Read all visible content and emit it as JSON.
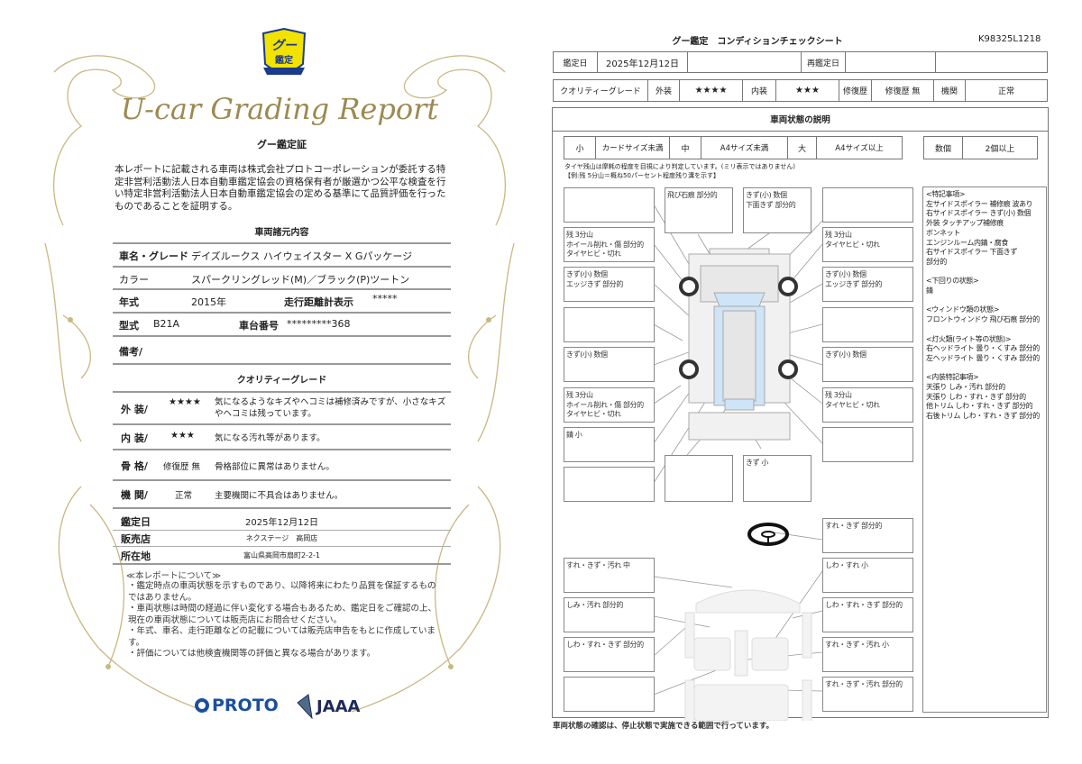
{
  "left": {
    "badge": {
      "top": "グー",
      "bottom": "鑑定"
    },
    "script_title": "U-car Grading Report",
    "cert_title": "グー鑑定証",
    "cert_text": "本レポートに記載される車両は株式会社プロトコーポレーションが委託する特定非営利活動法人日本自動車鑑定協会の資格保有者が厳選かつ公平な検査を行い特定非営利活動法人日本自動車鑑定協会の定める基準にて品質評価を行ったものであることを証明する。",
    "spec_title": "車両諸元内容",
    "spec": {
      "name_label": "車名・グレード",
      "name": "デイズルークス ハイウェイスター X Gパッケージ",
      "color_label": "カラー",
      "color": "スパークリングレッド(M)／ブラック(P)ツートン",
      "year_label": "年式",
      "year": "2015年",
      "odo_label": "走行距離計表示",
      "odo": "*****",
      "model_label": "型式",
      "model": "B21A",
      "chassis_label": "車台番号",
      "chassis": "*********368",
      "remarks_label": "備考/"
    },
    "grade_title": "クオリティーグレード",
    "grades": [
      {
        "label": "外 装/",
        "value": "★★★★",
        "desc": "気になるようなキズやヘコミは補修済みですが、小さなキズやヘコミは残っています。"
      },
      {
        "label": "内 装/",
        "value": "★★★",
        "desc": "気になる汚れ等があります。"
      },
      {
        "label": "骨 格/",
        "value": "修復歴 無",
        "desc": "骨格部位に異常はありません。"
      },
      {
        "label": "機 関/",
        "value": "正常",
        "desc": "主要機関に不具合はありません。"
      }
    ],
    "date_label": "鑑定日",
    "date": "2025年12月12日",
    "shop_label": "販売店",
    "shop": "ネクステージ　高岡店",
    "addr_label": "所在地",
    "addr": "富山県高岡市扇町2-2-1",
    "notes_title": "≪本レポートについて≫",
    "notes": [
      "・鑑定時点の車両状態を示すものであり、以降将来にわたり品質を保証するものではありません。",
      "・車両状態は時間の経過に伴い変化する場合もあるため、鑑定日をご確認の上、現在の車両状態については販売店にお問合せください。",
      "・年式、車名、走行距離などの記載については販売店申告をもとに作成しています。",
      "・評価については他検査機関等の評価と異なる場合があります。"
    ],
    "logos": {
      "proto": "PROTO",
      "jaaa": "JAAA"
    }
  },
  "right": {
    "title": "グー鑑定　コンディションチェックシート",
    "doc_id": "K98325L1218",
    "date_label": "鑑定日",
    "date": "2025年12月12日",
    "redate_label": "再鑑定日",
    "grade_label": "クオリティーグレード",
    "ext_label": "外装",
    "ext": "★★★★",
    "int_label": "内装",
    "int": "★★★",
    "repair_label": "修復歴",
    "repair": "修復歴 無",
    "engine_label": "機関",
    "engine": "正常",
    "section_title": "車両状態の説明",
    "legend": [
      "小",
      "カードサイズ未満",
      "中",
      "A4サイズ未満",
      "大",
      "A4サイズ以上"
    ],
    "count": [
      "数個",
      "2個以上"
    ],
    "tire_note": "タイヤ残山は摩耗の程度を目視により判定しています。(ミリ表示ではありません)\n【例:残 5分山＝概ね50パーセント程度残り溝を示す】",
    "ext_left": [
      "",
      "残 3分山\nホイール削れ・傷 部分的\nタイヤヒビ・切れ",
      "きず(小) 数個\nエッジきず 部分的",
      "",
      "きず(小) 数個",
      "残 3分山\nホイール削れ・傷 部分的\nタイヤヒビ・切れ",
      "錆 小",
      ""
    ],
    "ext_right": [
      "",
      "残 3分山\nタイヤヒビ・切れ",
      "きず(小) 数個\nエッジきず 部分的",
      "",
      "きず(小) 数個",
      "残 3分山\nタイヤヒビ・切れ",
      ""
    ],
    "ext_top": [
      "飛び石痕 部分的",
      "きず(小) 数個\n下面きず 部分的"
    ],
    "ext_bottom": [
      "",
      "きず 小"
    ],
    "int_right": [
      "すれ・きず 部分的",
      "しわ・すれ 小",
      "しわ・すれ・きず 部分的",
      "すれ・きず・汚れ 小",
      "すれ・きず・汚れ 部分的"
    ],
    "int_left": [
      "すれ・きず・汚れ 中",
      "しみ・汚れ 部分的",
      "しわ・すれ・きず 部分的",
      ""
    ],
    "notes": "<特記事項>\n左サイドスポイラー 補修痕 波あり\n右サイドスポイラー きず(小) 数個\n外装 タッチアップ補修痕\nボンネット\nエンジンルーム内錆・腐食\n右サイドスポイラー 下面きず\n部分的\n\n<下回りの状態>\n錆\n\n<ウィンドウ類の状態>\nフロントウィンドウ 飛び石痕 部分的\n\n<灯火類(ライト等の状態)>\n右ヘッドライト 曇り・くすみ 部分的\n左ヘッドライト 曇り・くすみ 部分的\n\n<内装特記事項>\n天張り しみ・汚れ 部分的\n天張り しわ・すれ・きず 部分的\n他トリム しわ・すれ・きず 部分的\n右後トリム しわ・すれ・きず 部分的",
    "footer": "車両状態の確認は、停止状態で実施できる範囲で行っています。"
  },
  "colors": {
    "gold": "#a89155",
    "badge_yellow": "#f2e200",
    "badge_blue": "#1a3a8c",
    "proto_blue": "#1a4fa0",
    "jaaa_navy": "#1e2a5a"
  }
}
